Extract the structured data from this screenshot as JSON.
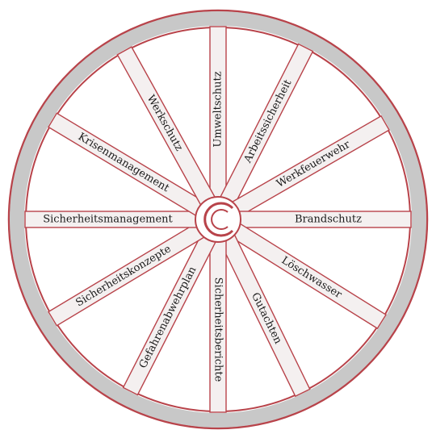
{
  "colors": {
    "rim_fill": "#c8c8c8",
    "rim_stroke": "#b8434a",
    "spoke_fill": "#f4f0f0",
    "spoke_stroke": "#b8434a",
    "hub_stroke": "#b8434a"
  },
  "spokes": [
    {
      "label": "Umweltschutz",
      "angle": -90
    },
    {
      "label": "Arbeitssicherheit",
      "angle": -63
    },
    {
      "label": "Werkfeuerwehr",
      "angle": -30
    },
    {
      "label": "Brandschutz",
      "angle": 0
    },
    {
      "label": "Löschwasser",
      "angle": 32
    },
    {
      "label": "Gutachten",
      "angle": 64
    },
    {
      "label": "Sicherheitsberichte",
      "angle": 90
    },
    {
      "label": "Gefahrenabwehrplan",
      "angle": 117
    },
    {
      "label": "Sicherheitskonzepte",
      "angle": 149
    },
    {
      "label": "Sicherheitsmanagement",
      "angle": 180
    },
    {
      "label": "Krisenmanagement",
      "angle": 211
    },
    {
      "label": "Werkschutz",
      "angle": 241
    }
  ]
}
